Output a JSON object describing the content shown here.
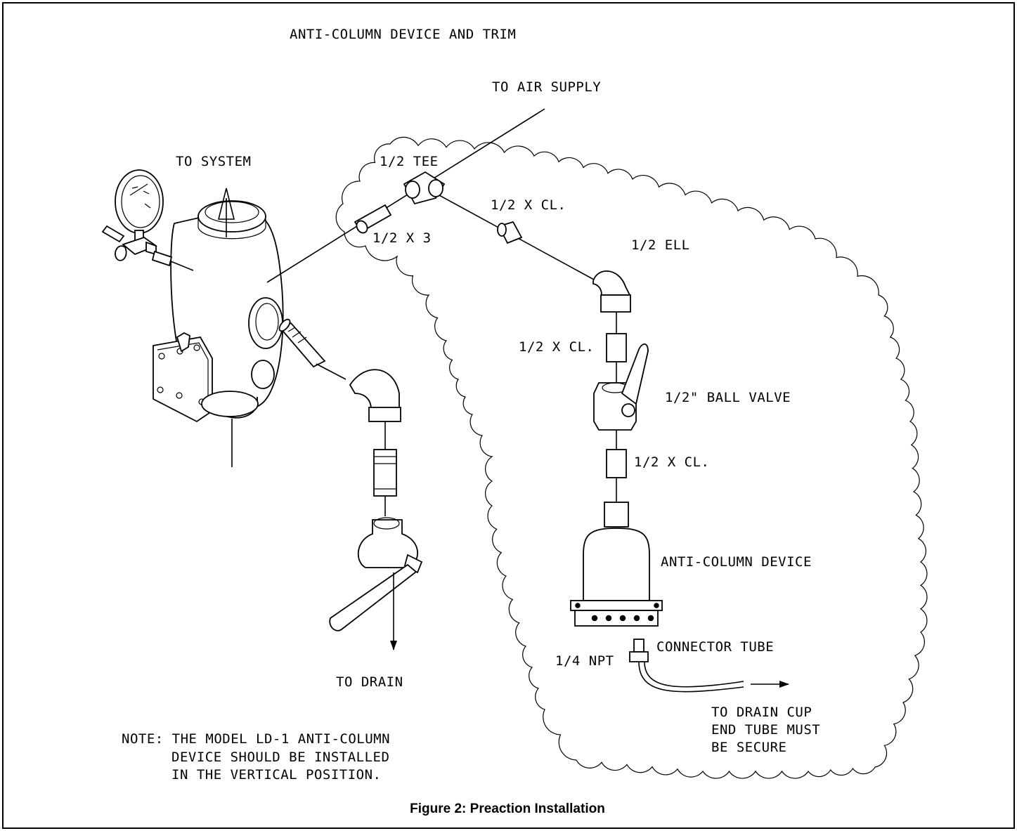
{
  "figure": {
    "title": "ANTI-COLUMN DEVICE AND TRIM",
    "caption": "Figure 2:  Preaction Installation"
  },
  "labels": {
    "to_air_supply": "TO AIR SUPPLY",
    "to_system": "TO SYSTEM",
    "tee": "1/2 TEE",
    "nipple_cl_top": "1/2 X CL.",
    "nipple_3": "1/2 X 3",
    "ell": "1/2 ELL",
    "nipple_cl_mid": "1/2 X CL.",
    "ball_valve": "1/2\" BALL VALVE",
    "nipple_cl_low": "1/2 X CL.",
    "anti_column_device": "ANTI-COLUMN DEVICE",
    "npt": "1/4 NPT",
    "connector_tube": "CONNECTOR TUBE",
    "to_drain": "TO DRAIN",
    "drain_cup": [
      "TO DRAIN CUP",
      "END TUBE MUST",
      "BE SECURE"
    ]
  },
  "note": [
    "NOTE: THE MODEL LD-1 ANTI-COLUMN",
    "DEVICE SHOULD BE INSTALLED",
    "IN THE VERTICAL POSITION."
  ]
}
